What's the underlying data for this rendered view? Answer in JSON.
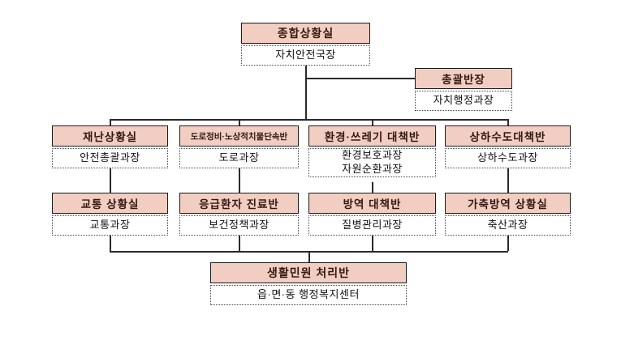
{
  "org_chart": {
    "top": {
      "title": "종합상황실",
      "subtitle": "자치안전국장"
    },
    "coordinator": {
      "title": "총괄반장",
      "subtitle": "자치행정과장"
    },
    "row1": [
      {
        "title": "재난상황실",
        "subtitle": "안전총괄과장"
      },
      {
        "title": "도로정비·노상적치물단속반",
        "subtitle": "도로과장"
      },
      {
        "title": "환경·쓰레기 대책반",
        "subtitle": "환경보호과장\n자원순환과장"
      },
      {
        "title": "상하수도대책반",
        "subtitle": "상하수도과장"
      }
    ],
    "row2": [
      {
        "title": "교통 상황실",
        "subtitle": "교통과장"
      },
      {
        "title": "응급환자 진료반",
        "subtitle": "보건정책과장"
      },
      {
        "title": "방역 대책반",
        "subtitle": "질병관리과장"
      },
      {
        "title": "가축방역 상황실",
        "subtitle": "축산과장"
      }
    ],
    "bottom": {
      "title": "생활민원 처리반",
      "subtitle": "읍·면·동 행정복지센터"
    },
    "colors": {
      "box_fill": "#f2cdc2",
      "box_border": "#1a1a1a",
      "title_text": "#331a10",
      "line": "#2a2a2a"
    }
  }
}
